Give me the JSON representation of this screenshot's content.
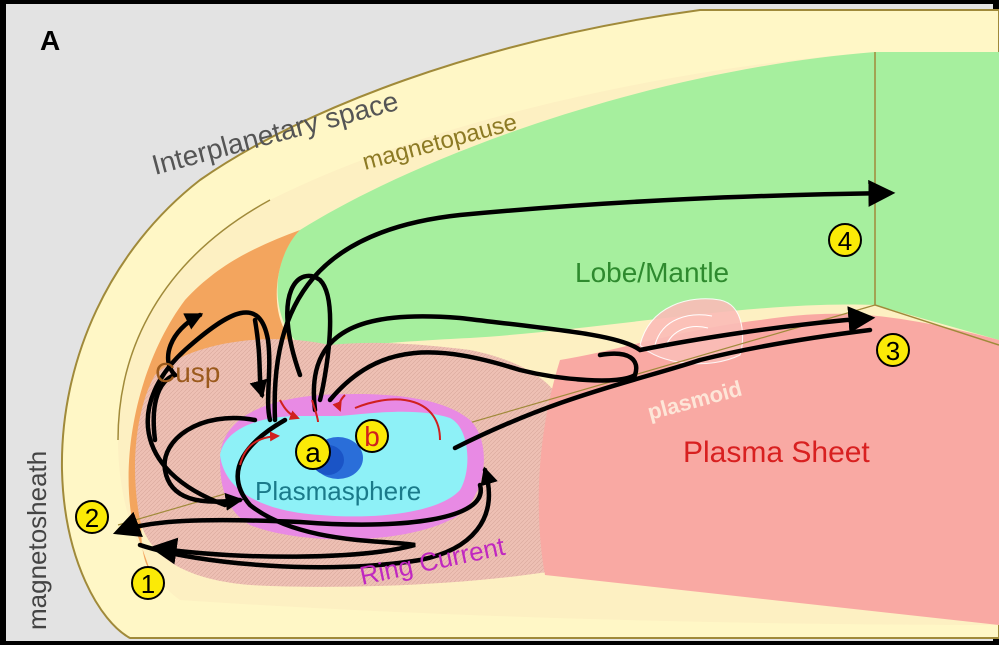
{
  "panel_label": "A",
  "regions": {
    "interplanetary": "Interplanetary space",
    "magnetopause": "magnetopause",
    "magnetosheath": "magnetosheath",
    "lobe": "Lobe/Mantle",
    "cusp": "Cusp",
    "plasmasphere": "Plasmasphere",
    "plasma_sheet": "Plasma Sheet",
    "plasmoid": "plasmoid",
    "ring_current": "Ring Current"
  },
  "markers": {
    "m1": "1",
    "m2": "2",
    "m3": "3",
    "m4": "4",
    "ma": "a",
    "mb": "b"
  },
  "colors": {
    "background": "#e3e3e3",
    "magnetosheath": "#fff7c6",
    "boundary": "#a08a3a",
    "lobe": "#a6ef9e",
    "cusp": "#f3a55e",
    "inner": "#eec0b4",
    "plasma_sheet": "#f9a9a3",
    "plasmasphere": "#8ef1f7",
    "ring_current": "#e88ae4",
    "earth": "#2a6ed9",
    "marker_fill": "#fbea06",
    "red_flow": "#d0201f",
    "flow": "#000000"
  }
}
